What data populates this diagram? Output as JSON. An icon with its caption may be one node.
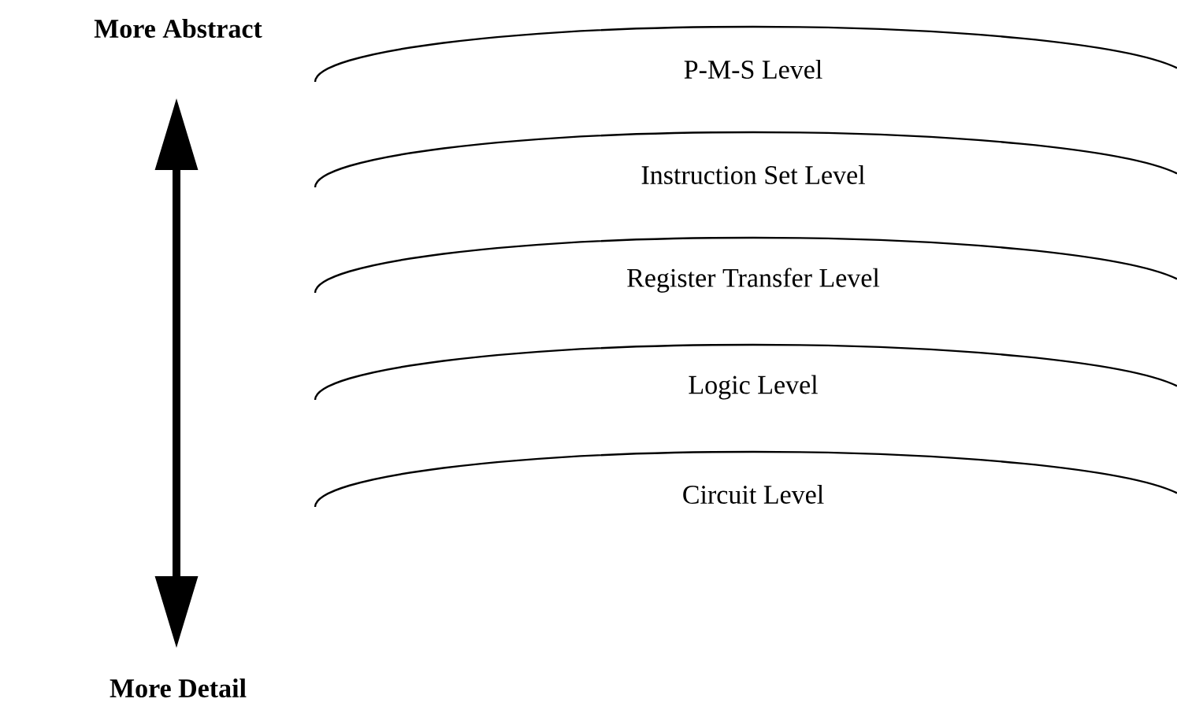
{
  "diagram": {
    "nodes": [
      {
        "text": [
          "P-M-S Level"
        ]
      },
      {
        "text": [
          "Instruction Set Level"
        ]
      },
      {
        "text": [
          "Register Transfer Level"
        ]
      },
      {
        "text": [
          "Logic Level"
        ]
      },
      {
        "text": [
          "Circuit Level"
        ]
      }
    ],
    "labels": [
      "More Abstract",
      "More Detail"
    ]
  }
}
